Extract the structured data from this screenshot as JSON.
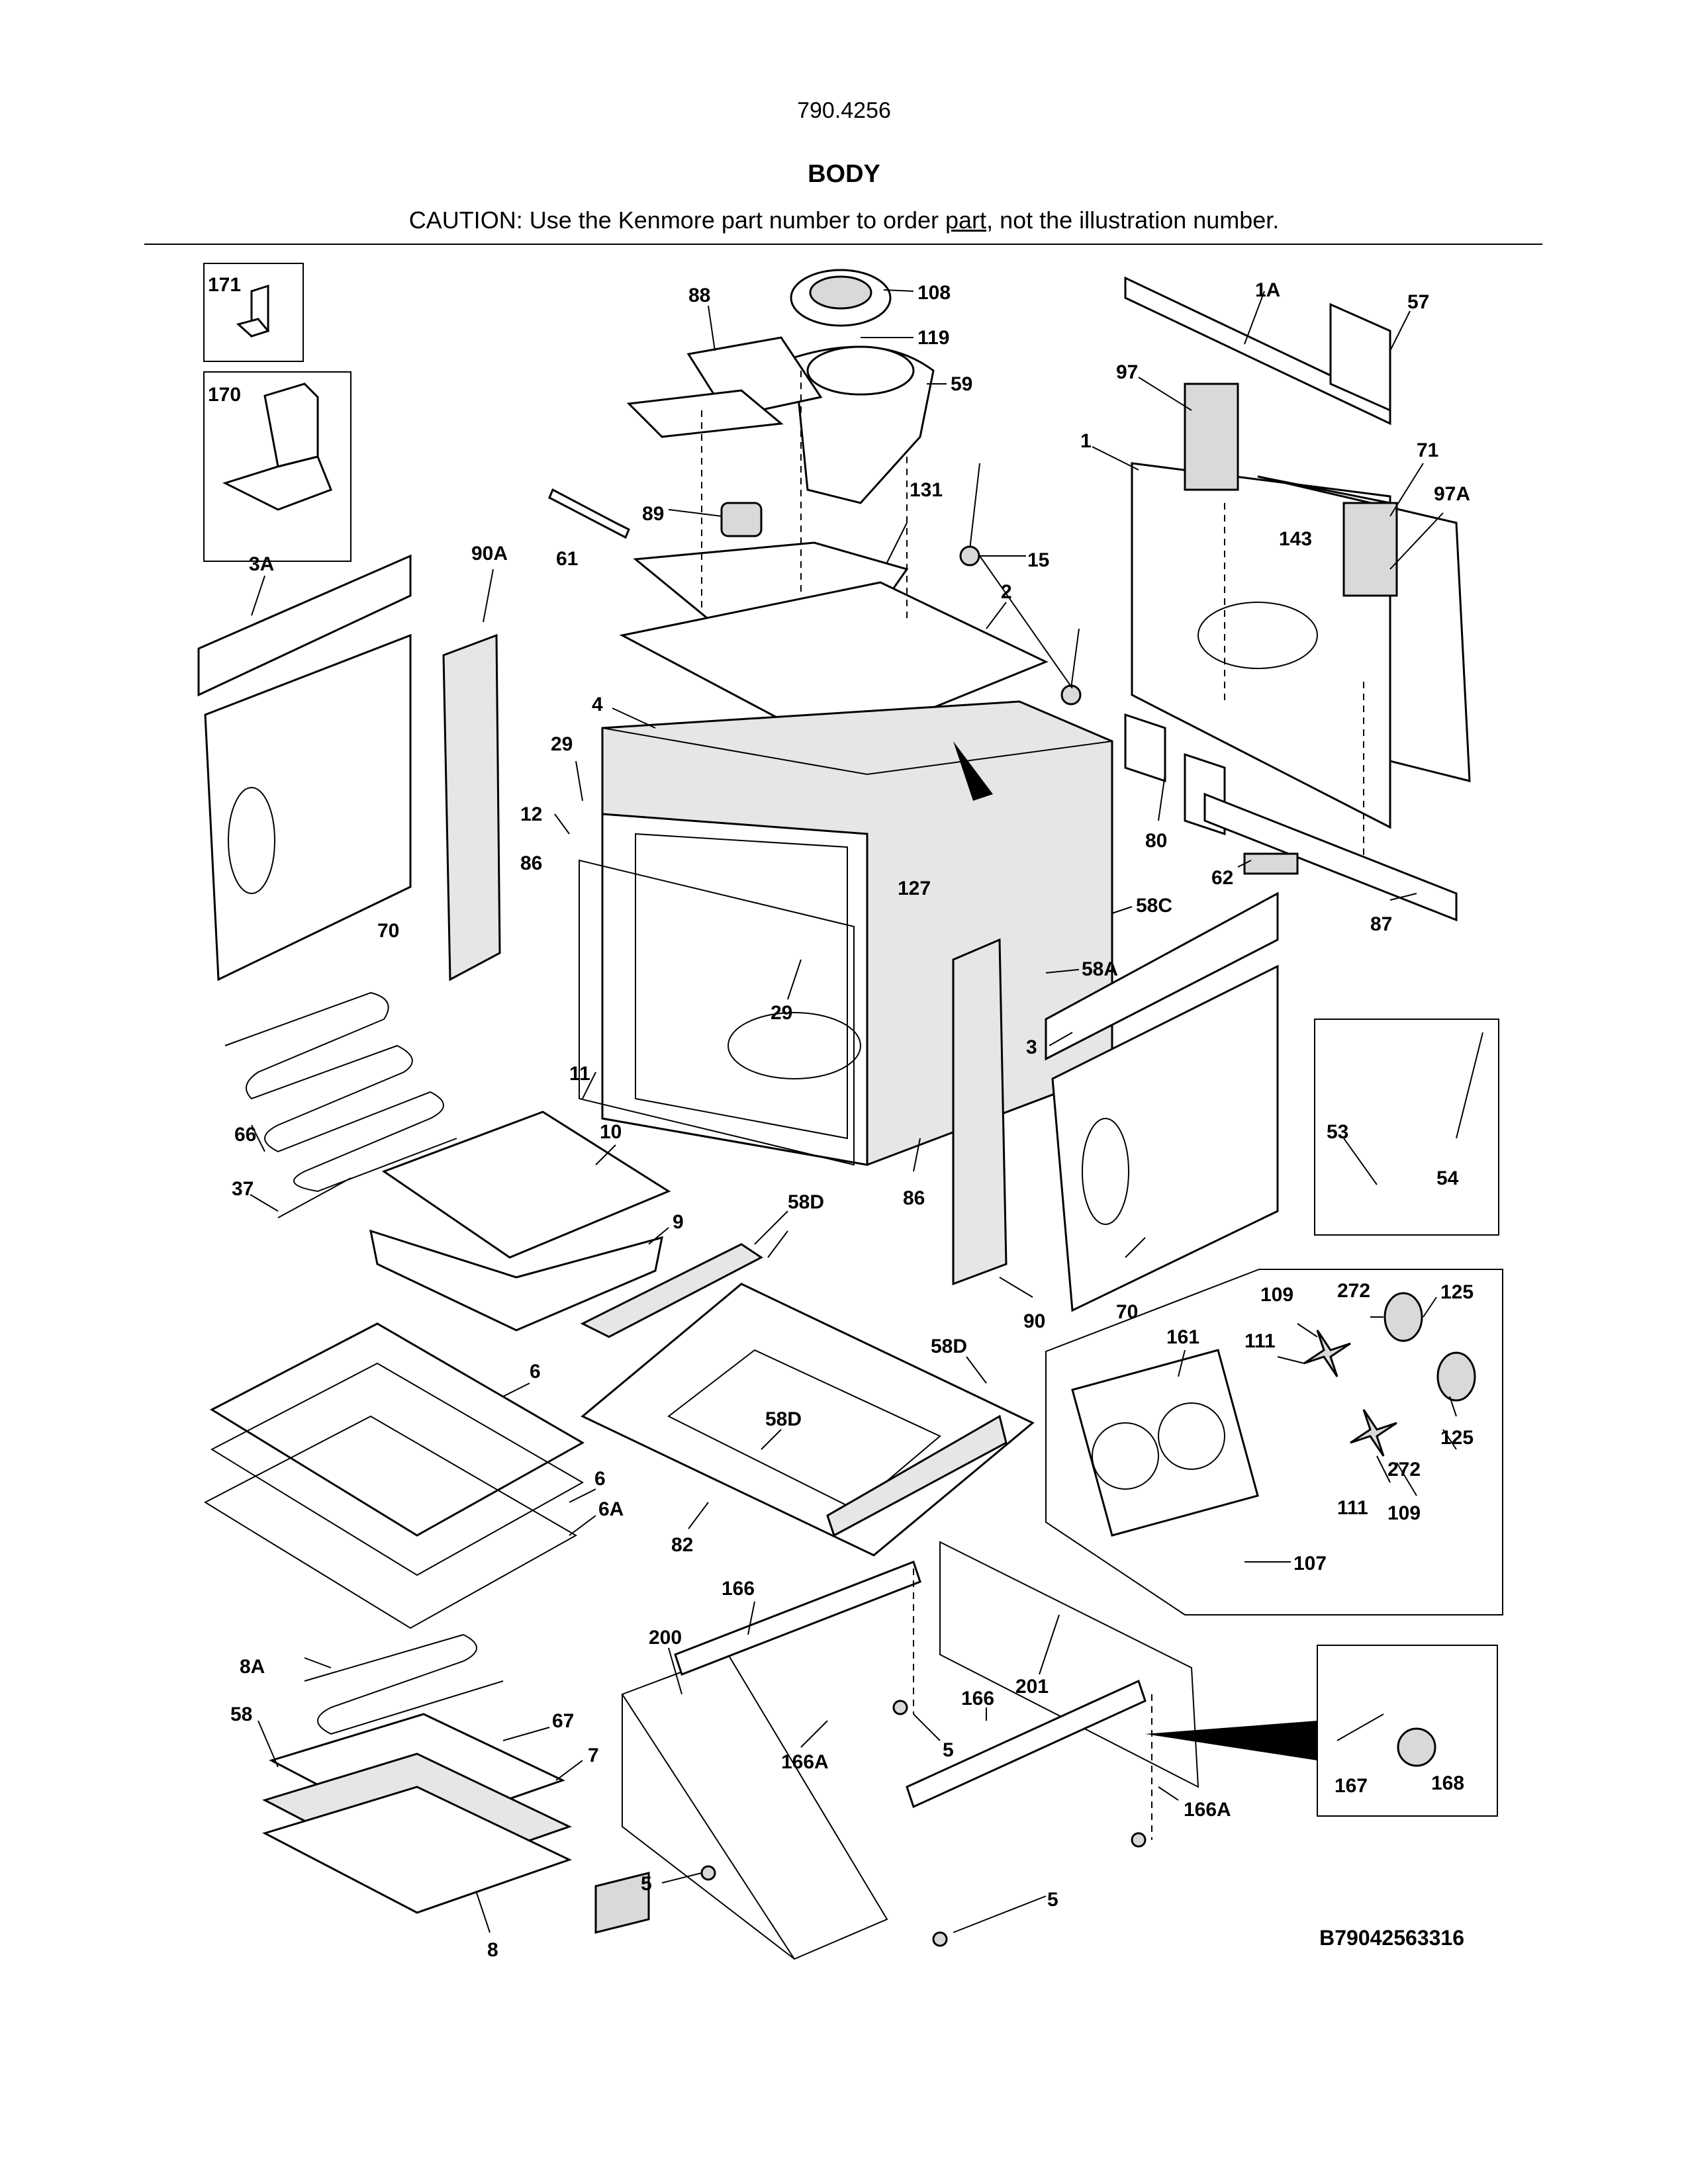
{
  "header": {
    "model_number": "790.4256",
    "section_title": "BODY",
    "caution_prefix": "CAUTION: Use the Kenmore part number to order ",
    "caution_link": "part",
    "caution_suffix": ", not the illustration number."
  },
  "diagram_code": "B79042563316",
  "callouts": {
    "c171": "171",
    "c170": "170",
    "c88": "88",
    "c108": "108",
    "c119": "119",
    "c59": "59",
    "c89": "89",
    "c61": "61",
    "c131": "131",
    "c15": "15",
    "c2": "2",
    "c1A": "1A",
    "c57": "57",
    "c97": "97",
    "c1": "1",
    "c71": "71",
    "c97A": "97A",
    "c143": "143",
    "c3A": "3A",
    "c90A": "90A",
    "c4": "4",
    "c29a": "29",
    "c12": "12",
    "c86a": "86",
    "c70a": "70",
    "c127": "127",
    "c80": "80",
    "c62": "62",
    "c87": "87",
    "c58C": "58C",
    "c58A": "58A",
    "c29b": "29",
    "c11": "11",
    "c66": "66",
    "c3": "3",
    "c53": "53",
    "c54": "54",
    "c10": "10",
    "c37": "37",
    "c9": "9",
    "c58Da": "58D",
    "c86b": "86",
    "c90": "90",
    "c70b": "70",
    "c109a": "109",
    "c272a": "272",
    "c125a": "125",
    "c161": "161",
    "c111a": "111",
    "c58Db": "58D",
    "c58Dc": "58D",
    "c6a": "6",
    "c6b": "6",
    "c6A": "6A",
    "c82": "82",
    "c125b": "125",
    "c272b": "272",
    "c111b": "111",
    "c109b": "109",
    "c107": "107",
    "c166a": "166",
    "c201": "201",
    "c200": "200",
    "c8A": "8A",
    "c58": "58",
    "c67": "67",
    "c7": "7",
    "c166b": "166",
    "c5a": "5",
    "c166Aa": "166A",
    "c166Ab": "166A",
    "c167": "167",
    "c168": "168",
    "c5b": "5",
    "c5c": "5",
    "c8": "8"
  }
}
